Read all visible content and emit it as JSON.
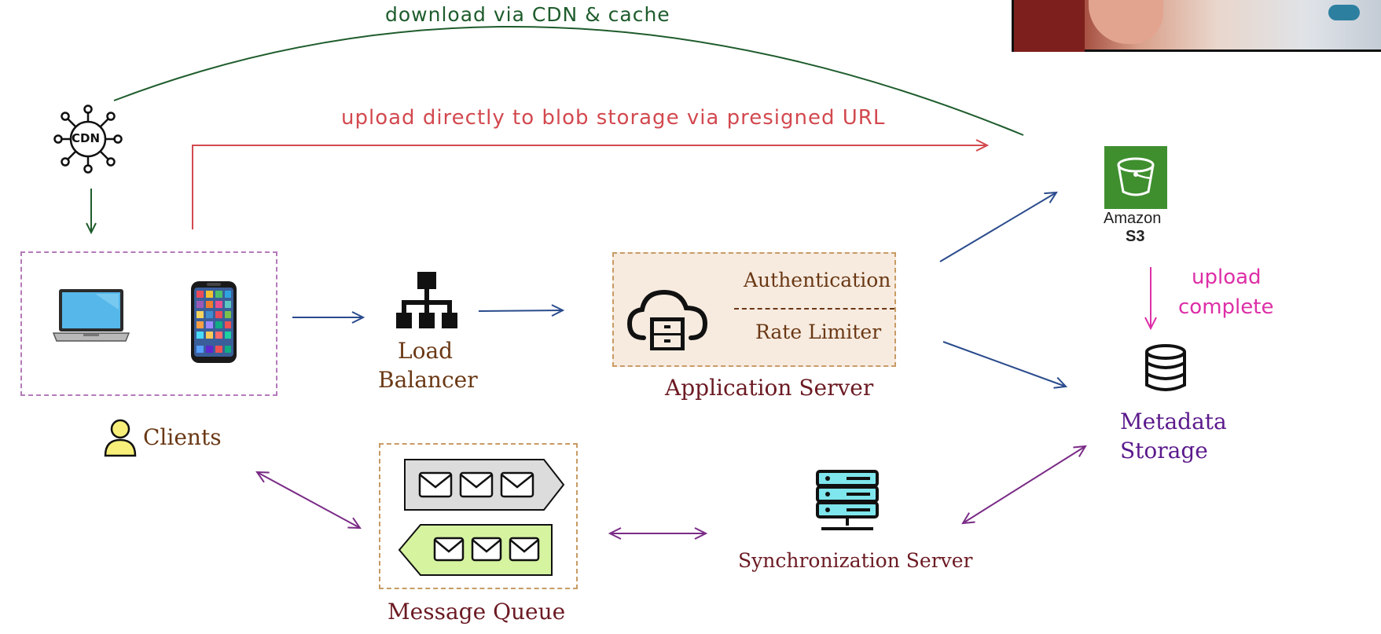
{
  "edges": {
    "cdn_download": "download via CDN & cache",
    "presigned_upload": "upload directly to blob storage via presigned URL",
    "upload_complete_line1": "upload",
    "upload_complete_line2": "complete"
  },
  "nodes": {
    "cdn_icon_text": "CDN",
    "load_balancer_line1": "Load",
    "load_balancer_line2": "Balancer",
    "auth": "Authentication",
    "rate_limiter": "Rate Limiter",
    "app_server": "Application Server",
    "s3_line1": "Amazon",
    "s3_line2": "S3",
    "metadata_line1": "Metadata",
    "metadata_line2": "Storage",
    "clients": "Clients",
    "message_queue": "Message Queue",
    "sync_server": "Synchronization Server"
  },
  "colors": {
    "green_edge": "#1e5c2c",
    "red_edge": "#d2494f",
    "blue_edge": "#2a4b8c",
    "purple_edge": "#7a2c86",
    "magenta_edge": "#dd2fa7",
    "label_brown": "#6a3814",
    "label_maroon": "#6b1a22",
    "label_purple": "#5b1a8c",
    "s3_green": "#3f8f2f"
  }
}
